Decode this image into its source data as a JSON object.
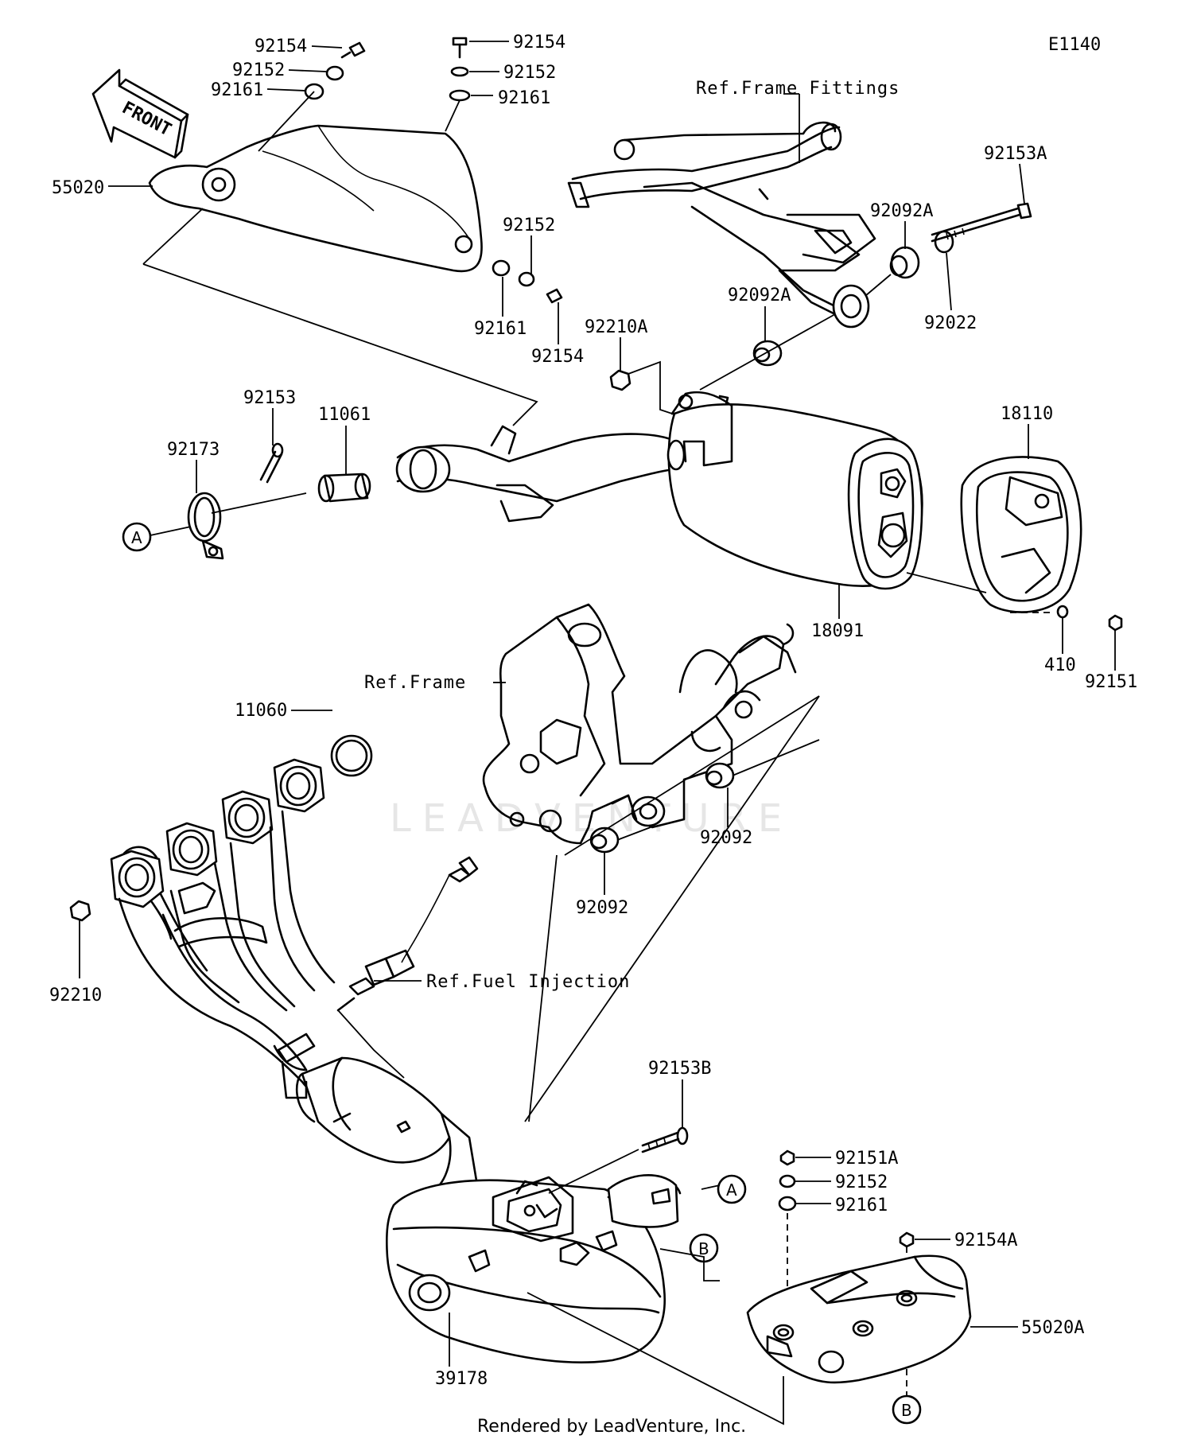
{
  "diagram_code": "E1140",
  "front_arrow_label": "FRONT",
  "watermark": "LEADVENTURE",
  "footer": "Rendered by LeadVenture, Inc.",
  "callouts": {
    "a": "A",
    "b": "B"
  },
  "refs": {
    "frame_fittings": "Ref.Frame Fittings",
    "frame": "Ref.Frame",
    "fuel_injection": "Ref.Fuel Injection"
  },
  "parts": {
    "p92154_top_left": "92154",
    "p92152_top_left": "92152",
    "p92161_top_left": "92161",
    "p92154_top_mid": "92154",
    "p92152_top_mid": "92152",
    "p92161_top_mid": "92161",
    "p55020": "55020",
    "p92152_mid": "92152",
    "p92161_mid": "92161",
    "p92154_mid": "92154",
    "p92153A": "92153A",
    "p92092A_right": "92092A",
    "p92092A_mid": "92092A",
    "p92022": "92022",
    "p92210A": "92210A",
    "p92153": "92153",
    "p11061": "11061",
    "p92173": "92173",
    "p18110": "18110",
    "p18091": "18091",
    "p410": "410",
    "p92151": "92151",
    "p11060": "11060",
    "p92092_right": "92092",
    "p92092_left": "92092",
    "p92210": "92210",
    "p92153B": "92153B",
    "p92151A": "92151A",
    "p92152_low": "92152",
    "p92161_low": "92161",
    "p92154A": "92154A",
    "p55020A": "55020A",
    "p39178": "39178"
  }
}
